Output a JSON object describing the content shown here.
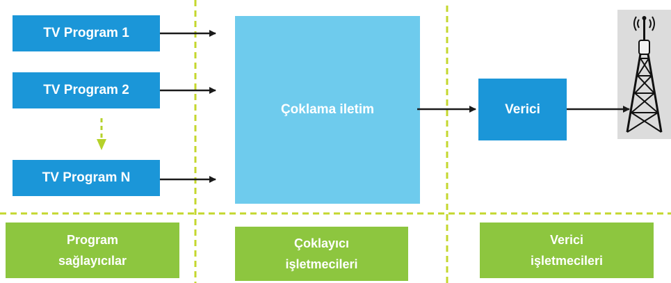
{
  "programs": [
    "TV Program 1",
    "TV Program 2",
    "TV Program N"
  ],
  "multiplexer": "Çoklama iletim",
  "transmitter": "Verici",
  "sections": [
    {
      "line1": "Program",
      "line2": "sağlayıcılar"
    },
    {
      "line1": "Çoklayıcı",
      "line2": "işletmecileri"
    },
    {
      "line1": "Verici",
      "line2": "işletmecileri"
    }
  ],
  "colors": {
    "program_box": "#1b96d8",
    "mux_box": "#6ecbed",
    "section_box": "#8dc63f",
    "dashed_line": "#c4d72e",
    "arrow": "#1a1a1a"
  },
  "icons": {
    "tower": "broadcast-tower-icon"
  }
}
